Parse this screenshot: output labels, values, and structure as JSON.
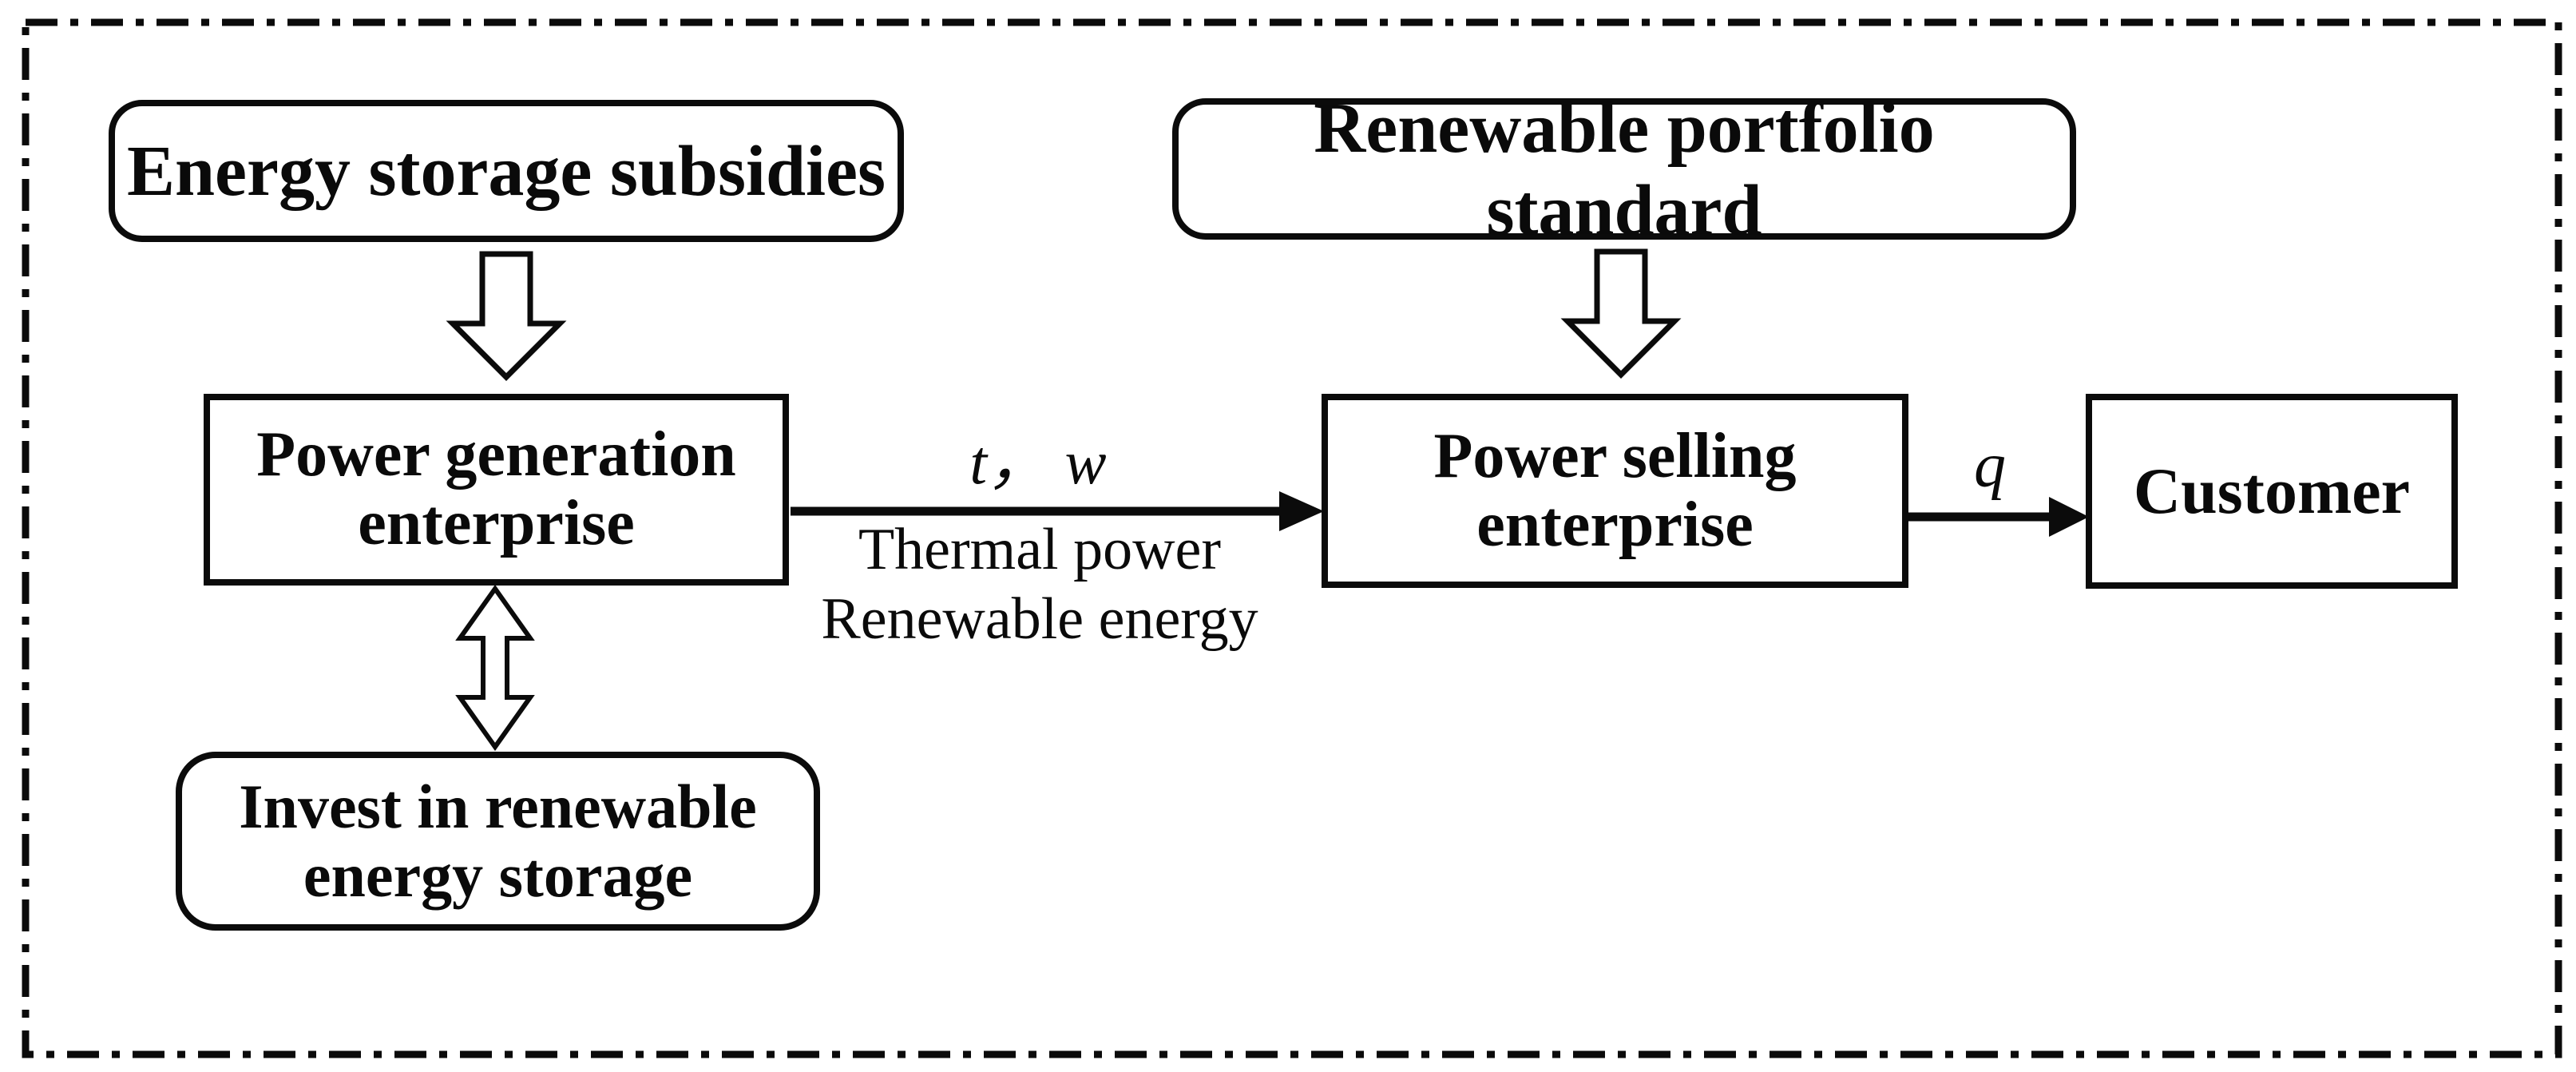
{
  "diagram": {
    "background_color": "#ffffff",
    "line_color": "#0b0b0b",
    "policy_nodes": {
      "energy_storage_subsidies": "Energy storage subsidies",
      "renewable_portfolio_standard": "Renewable portfolio standard"
    },
    "entity_nodes": {
      "power_generation_enterprise": "Power generation\nenterprise",
      "power_selling_enterprise": "Power selling\nenterprise",
      "customer": "Customer",
      "invest_renewable_storage": "Invest in renewable\nenergy storage"
    },
    "flow_labels": {
      "generation_to_selling_variables": "t， w",
      "generation_to_selling_products": "Thermal power\nRenewable energy",
      "selling_to_customer_variable": "q"
    }
  }
}
